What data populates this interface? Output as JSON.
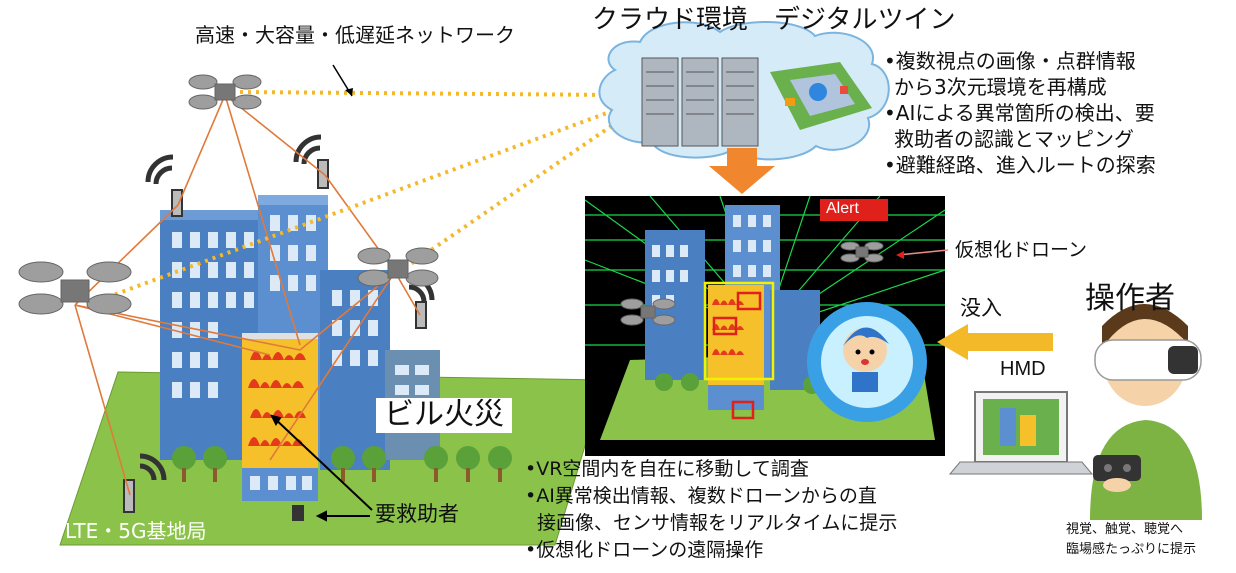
{
  "network_label": "高速・大容量・低遅延ネットワーク",
  "cloud_title": "クラウド環境　デジタルツイン",
  "cloud_bullets": [
    "•複数視点の画像・点群情報",
    "から3次元環境を再構成",
    "•AIによる異常箇所の検出、要",
    "救助者の認識とマッピング",
    "•避難経路、進入ルートの探索"
  ],
  "alert_label": "Alert",
  "virtual_drone_label": "仮想化ドローン",
  "immersion_label": "没入",
  "operator_label": "操作者",
  "hmd_label": "HMD",
  "building_fire_label": "ビル火災",
  "rescue_label": "要救助者",
  "base_station_label": "LTE・5G基地局",
  "vr_bullets": [
    "•VR空間内を自在に移動して調査",
    "•AI異常検出情報、複数ドローンからの直",
    "接画像、センサ情報をリアルタイムに提示",
    "•仮想化ドローンの遠隔操作"
  ],
  "sense_lines": [
    "視覚、触覚、聴覚へ",
    "臨場感たっぷりに提示"
  ]
}
